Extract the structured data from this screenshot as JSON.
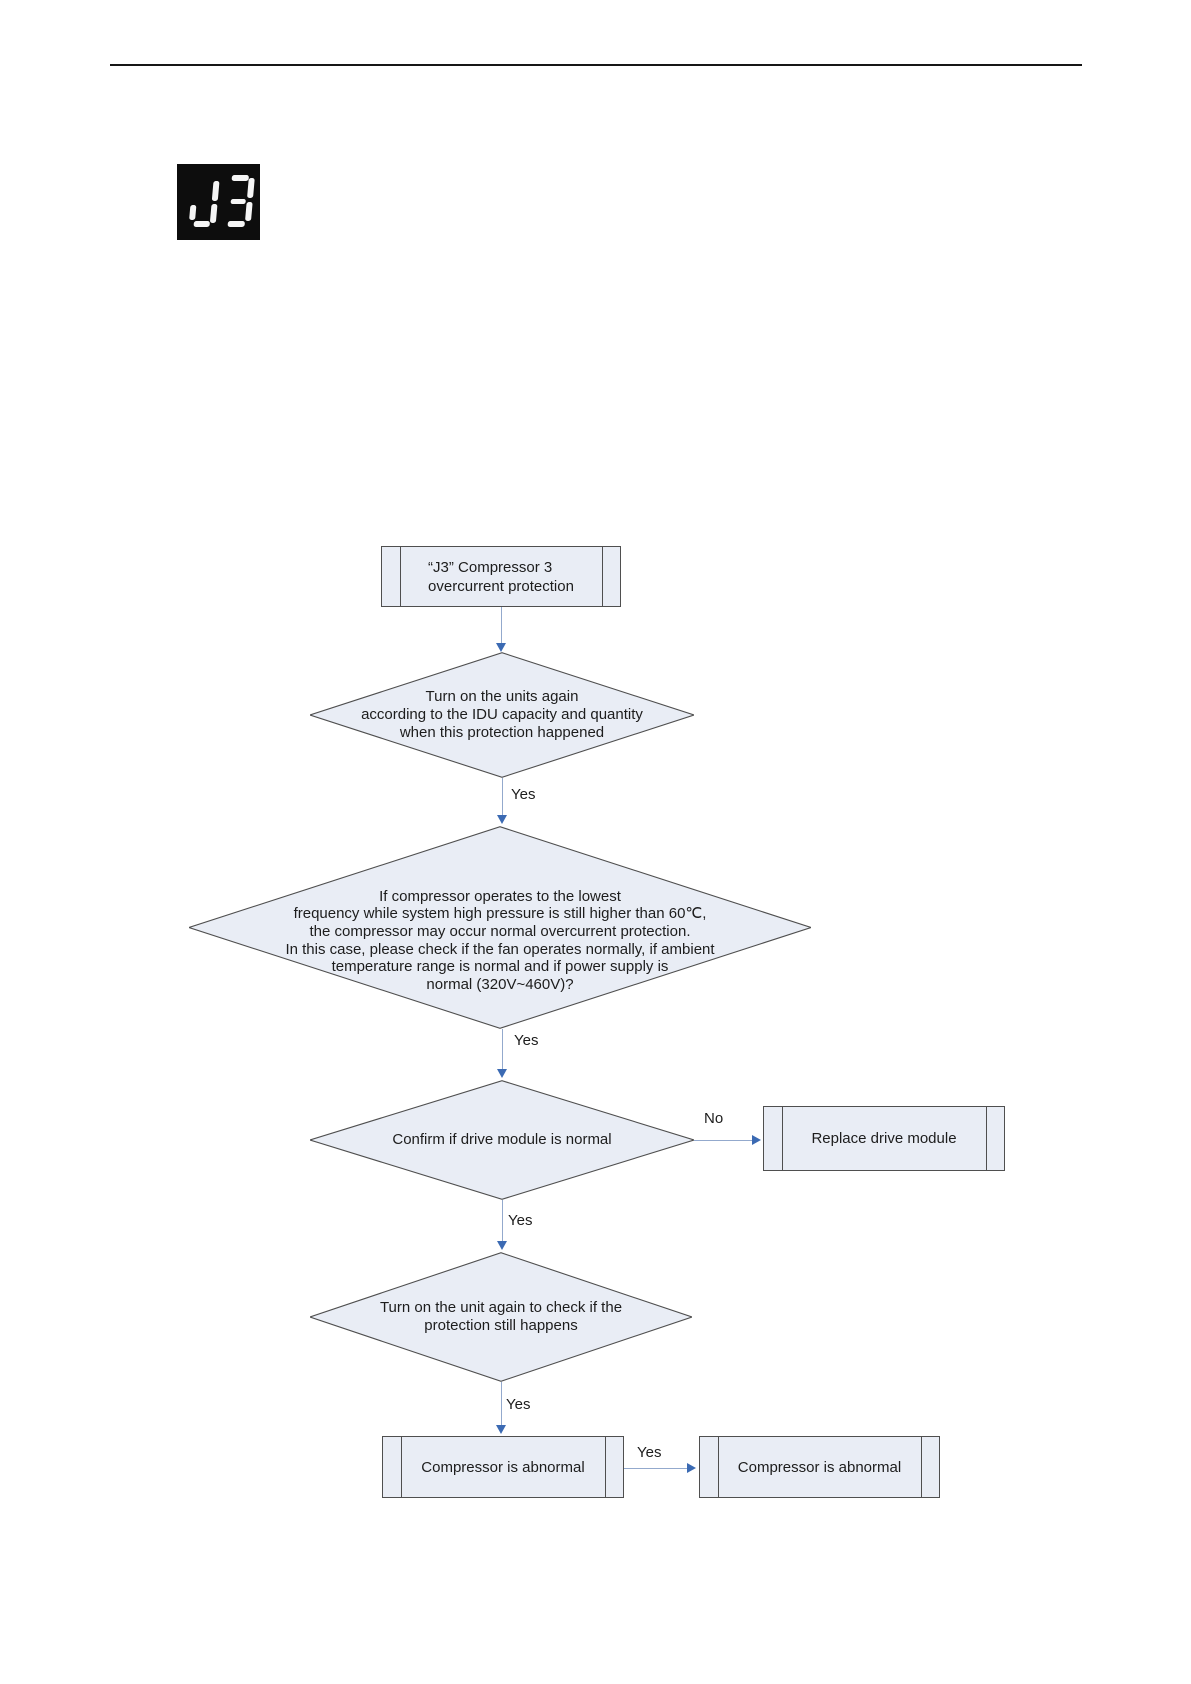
{
  "display": {
    "value": "J3"
  },
  "flowchart": {
    "start": "“J3” Compressor 3\novercurrent protection",
    "decision1": "Turn on the units again\naccording to the IDU capacity and quantity\nwhen this protection happened",
    "decision2": "If compressor operates to the lowest\nfrequency while system high pressure is still higher than 60℃,\nthe compressor may occur normal overcurrent protection.\nIn this case, please check if the fan operates normally, if ambient\ntemperature range is normal and if power supply is\nnormal (320V~460V)?",
    "decision3": "Confirm if drive module is normal",
    "replace_box": "Replace drive module",
    "decision4": "Turn on the unit again to check if the\nprotection still happens",
    "final_left": "Compressor is abnormal",
    "final_right": "Compressor is abnormal",
    "labels": {
      "yes1": "Yes",
      "yes2": "Yes",
      "yes3": "Yes",
      "yes4": "Yes",
      "yes5": "Yes",
      "no1": "No"
    }
  },
  "colors": {
    "node_fill": "#e9edf5",
    "node_border": "#4f4f4f",
    "arrow_blue": "#3b6ab3",
    "connector_line": "#93a9cd",
    "display_bg": "#0d0d0d",
    "display_segments": "#f5f5f5"
  }
}
